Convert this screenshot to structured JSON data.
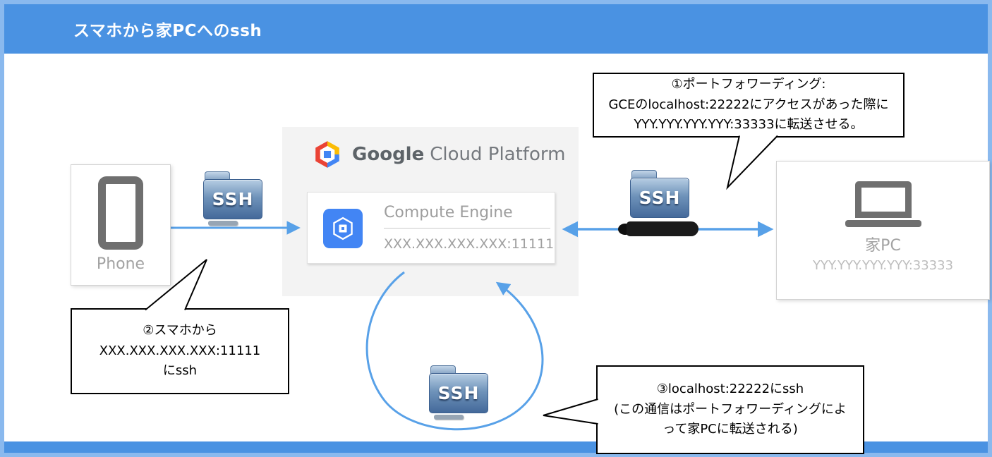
{
  "header": {
    "title": "スマホから家PCへのssh"
  },
  "phone": {
    "label": "Phone"
  },
  "ssh": {
    "label": "SSH"
  },
  "gcp": {
    "logo_bold": "Google",
    "logo_rest": "Cloud Platform",
    "compute_engine": {
      "title": "Compute Engine",
      "address": "XXX.XXX.XXX.XXX:11111"
    }
  },
  "home_pc": {
    "label": "家PC",
    "address": "YYY.YYY.YYY.YYY:33333"
  },
  "callouts": {
    "port_forwarding": {
      "lines": [
        "①ポートフォワーディング:",
        "GCEのlocalhost:22222にアクセスがあった際に",
        "YYY.YYY.YYY.YYY:33333に転送させる。"
      ]
    },
    "phone_ssh": {
      "lines": [
        "②スマホから",
        "XXX.XXX.XXX.XXX:11111",
        "にssh"
      ]
    },
    "localhost_ssh": {
      "lines": [
        "③localhost:22222にssh",
        "(この通信はポートフォワーディングによ",
        "って家PCに転送される)"
      ]
    }
  },
  "colors": {
    "header_blue": "#4a92e2",
    "frame_blue": "#8ab9ee",
    "arrow_blue": "#58a1e8",
    "gcp_blue": "#4285f4",
    "ssh_folder_blue": "#44699a",
    "panel_gray": "#f3f3f3",
    "text_gray": "#9e9e9e"
  }
}
